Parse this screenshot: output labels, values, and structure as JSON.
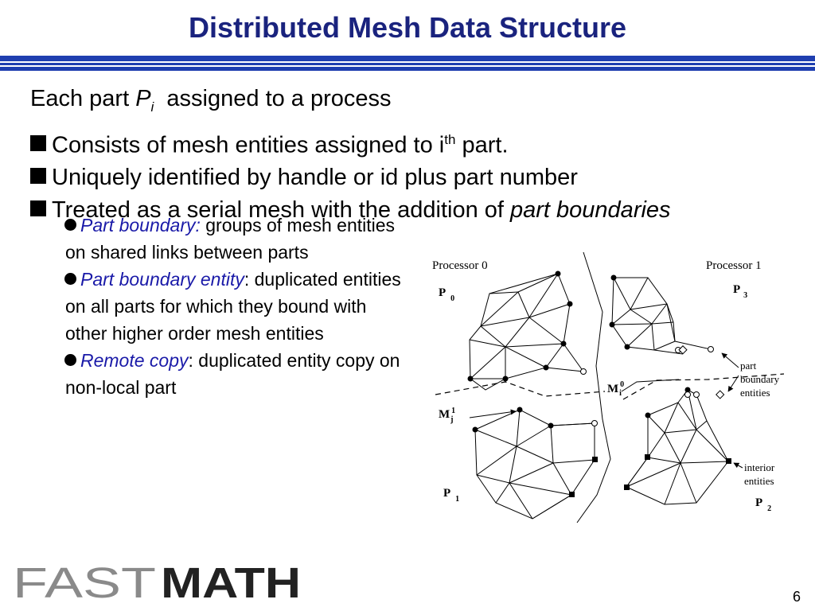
{
  "slide": {
    "title": "Distributed Mesh Data Structure",
    "page_number": "6"
  },
  "intro": {
    "lead": "Each part ",
    "var": "P",
    "var_sub": "i",
    "rest": "  assigned to a process"
  },
  "bullets": [
    {
      "a": "Consists of mesh entities assigned to i",
      "sup": "th",
      "b": " part."
    },
    {
      "a": "Uniquely identified by handle or id plus part number"
    },
    {
      "a": "Treated as a serial mesh with the addition of ",
      "em": "part boundaries"
    }
  ],
  "sub_bullets": [
    {
      "term": "Part boundary:",
      "text": " groups of mesh entities on shared links between parts"
    },
    {
      "term": "Part boundary entity",
      "text": ": duplicated entities on all parts for which they bound with other higher order mesh entities"
    },
    {
      "term": "Remote copy",
      "text": ": duplicated entity copy on non-local part"
    }
  ],
  "figure": {
    "processor0": "Processor 0",
    "processor1": "Processor 1",
    "p0": "P",
    "p0_sub": "0",
    "p1": "P",
    "p1_sub": "1",
    "p2": "P",
    "p2_sub": "2",
    "p3": "P",
    "p3_sub": "3",
    "m_i0": "M",
    "m_i0_sup": "0",
    "m_i0_sub": "i",
    "m_j1": "M",
    "m_j1_sup": "1",
    "m_j1_sub": "j",
    "part_boundary_entities": [
      "part",
      "boundary",
      "entities"
    ],
    "interior_entities": [
      "interior",
      "entities"
    ]
  },
  "logo": {
    "fast": "FAST",
    "math": "MATH"
  },
  "colors": {
    "title": "#1a237e",
    "rule": "#1f3fb0",
    "term": "#1a1aa8",
    "logo_fast": "#8a8a8a",
    "logo_math": "#222222"
  }
}
